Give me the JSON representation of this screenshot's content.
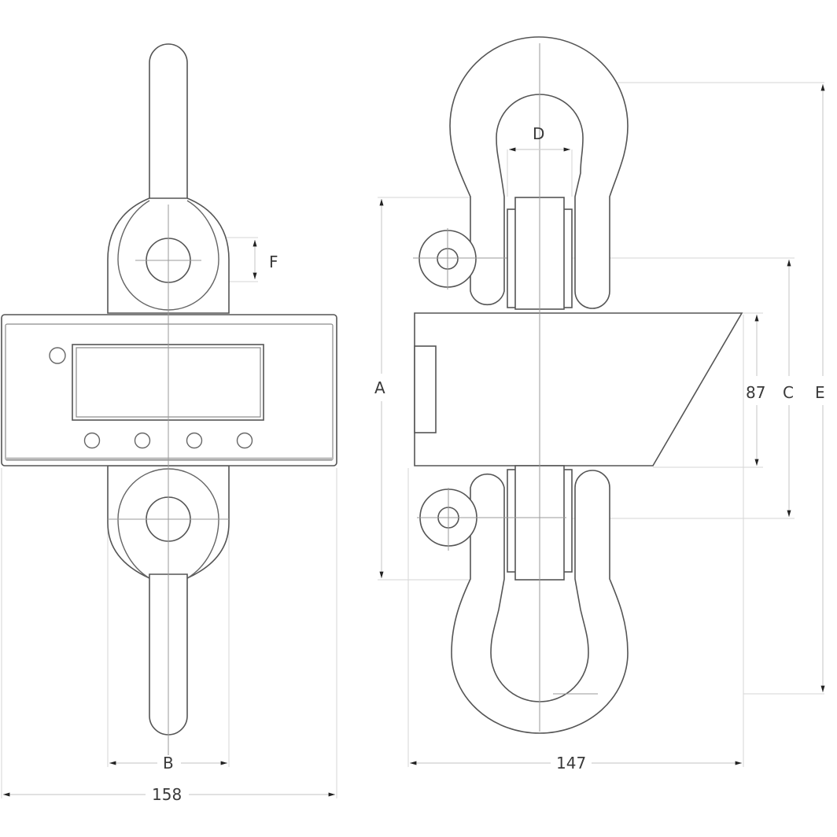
{
  "drawing": {
    "subject": "Crane scale dimension drawing",
    "views": [
      {
        "name": "front-view",
        "components": [
          "top-hook-shank",
          "top-shackle-eye",
          "display-housing",
          "lcd-window",
          "indicator-led",
          "keypad-buttons",
          "bottom-shackle-eye",
          "bottom-hook-shank"
        ],
        "button_count": 4
      },
      {
        "name": "side-view",
        "components": [
          "top-bow-shackle",
          "top-shackle-pin",
          "load-cell-body",
          "battery-compartment",
          "angled-front-face",
          "bottom-shackle-pin",
          "bottom-bow-shackle"
        ]
      }
    ],
    "dimensions": {
      "overall_width": "158",
      "hook_width": "B",
      "eye_diameter": "F",
      "shackle_opening": "D",
      "housing_depth": "147",
      "housing_height": "87",
      "body_length": "A",
      "pin_to_pin": "C",
      "overall_length": "E"
    },
    "colors": {
      "outline": "#555555",
      "centerline": "#9a9a9a",
      "dimension_line": "#cfcfcf",
      "text": "#3a3a3a",
      "background": "#ffffff"
    }
  }
}
